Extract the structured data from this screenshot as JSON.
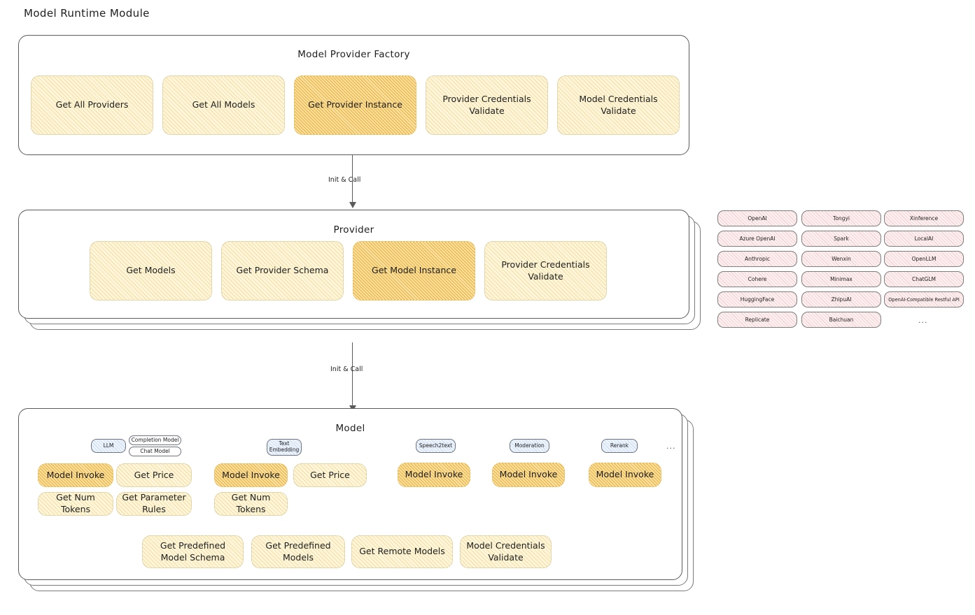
{
  "page": {
    "title": "Model Runtime Module"
  },
  "factory": {
    "title": "Model Provider Factory",
    "nodes": [
      {
        "label": "Get All Providers",
        "highlight": false
      },
      {
        "label": "Get All Models",
        "highlight": false
      },
      {
        "label": "Get Provider Instance",
        "highlight": true
      },
      {
        "label": "Provider Credentials Validate",
        "highlight": false
      },
      {
        "label": "Model Credentials Validate",
        "highlight": false
      }
    ]
  },
  "arrows": [
    {
      "label": "Init & Call"
    },
    {
      "label": "Init & Call"
    }
  ],
  "provider": {
    "title": "Provider",
    "nodes": [
      {
        "label": "Get Models",
        "highlight": false
      },
      {
        "label": "Get Provider Schema",
        "highlight": false
      },
      {
        "label": "Get Model Instance",
        "highlight": true
      },
      {
        "label": "Provider Credentials Validate",
        "highlight": false
      }
    ]
  },
  "provider_list": {
    "ellipsis": "...",
    "columns": [
      {
        "items": [
          "OpenAI",
          "Azure OpenAI",
          "Anthropic",
          "Cohere",
          "HuggingFace",
          "Replicate"
        ]
      },
      {
        "items": [
          "Tongyi",
          "Spark",
          "Wenxin",
          "Minimax",
          "ZhipuAI",
          "Baichuan"
        ]
      },
      {
        "items": [
          "Xinference",
          "LocalAI",
          "OpenLLM",
          "ChatGLM",
          "OpenAI-Compatible Restful API"
        ]
      }
    ]
  },
  "model": {
    "title": "Model",
    "ellipsis": "...",
    "types": [
      {
        "badge": "LLM",
        "sub_badges": [
          "Completion Model",
          "Chat Model"
        ],
        "nodes": [
          {
            "label": "Model Invoke",
            "highlight": true
          },
          {
            "label": "Get Price",
            "highlight": false
          },
          {
            "label": "Get Num Tokens",
            "highlight": false
          },
          {
            "label": "Get Parameter Rules",
            "highlight": false
          }
        ]
      },
      {
        "badge": "Text Embedding",
        "sub_badges": [],
        "nodes": [
          {
            "label": "Model Invoke",
            "highlight": true
          },
          {
            "label": "Get Price",
            "highlight": false
          },
          {
            "label": "Get Num Tokens",
            "highlight": false
          }
        ]
      },
      {
        "badge": "Speech2text",
        "sub_badges": [],
        "nodes": [
          {
            "label": "Model Invoke",
            "highlight": true
          }
        ]
      },
      {
        "badge": "Moderation",
        "sub_badges": [],
        "nodes": [
          {
            "label": "Model Invoke",
            "highlight": true
          }
        ]
      },
      {
        "badge": "Rerank",
        "sub_badges": [],
        "nodes": [
          {
            "label": "Model Invoke",
            "highlight": true
          }
        ]
      }
    ],
    "common_nodes": [
      {
        "label": "Get Predefined Model Schema"
      },
      {
        "label": "Get Predefined Models"
      },
      {
        "label": "Get Remote Models"
      },
      {
        "label": "Model Credentials Validate"
      }
    ]
  },
  "colors": {
    "node_fill": "#fdf6dc",
    "node_highlight_fill": "#fbe3a8",
    "badge_fill": "#eef4fb",
    "chip_fill": "#fdf0f0",
    "stroke": "#5b5b5b"
  }
}
